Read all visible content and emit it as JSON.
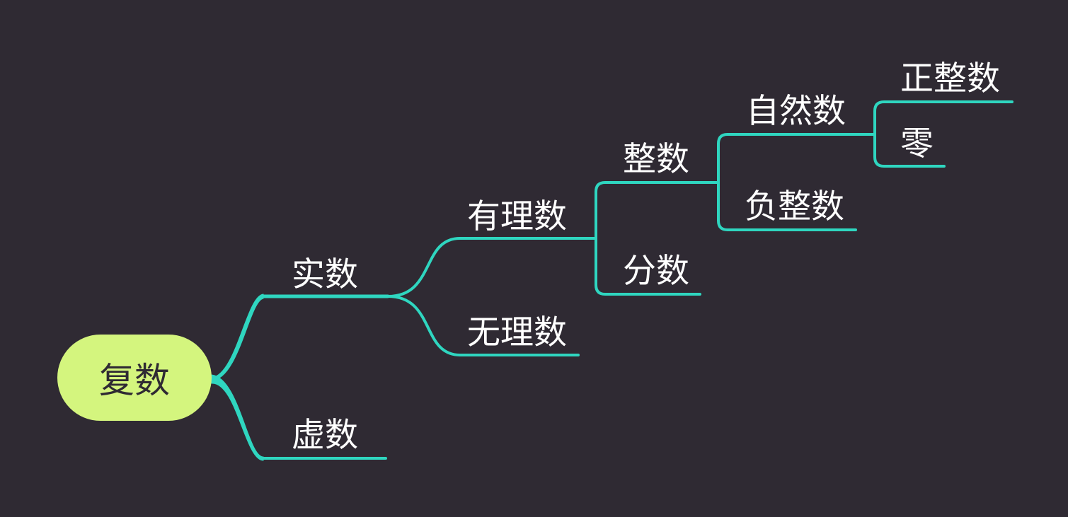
{
  "colors": {
    "background": "#2f2a33",
    "root_fill": "#d4f57e",
    "root_text": "#2f2a33",
    "branch": "#2fd6c0",
    "topic_text": "#ffffff"
  },
  "root": {
    "label": "复数"
  },
  "topics": {
    "real": "实数",
    "imaginary": "虚数",
    "rational": "有理数",
    "irrational": "无理数",
    "integer": "整数",
    "fraction": "分数",
    "natural": "自然数",
    "negative_integer": "负整数",
    "positive_integer": "正整数",
    "zero": "零"
  }
}
